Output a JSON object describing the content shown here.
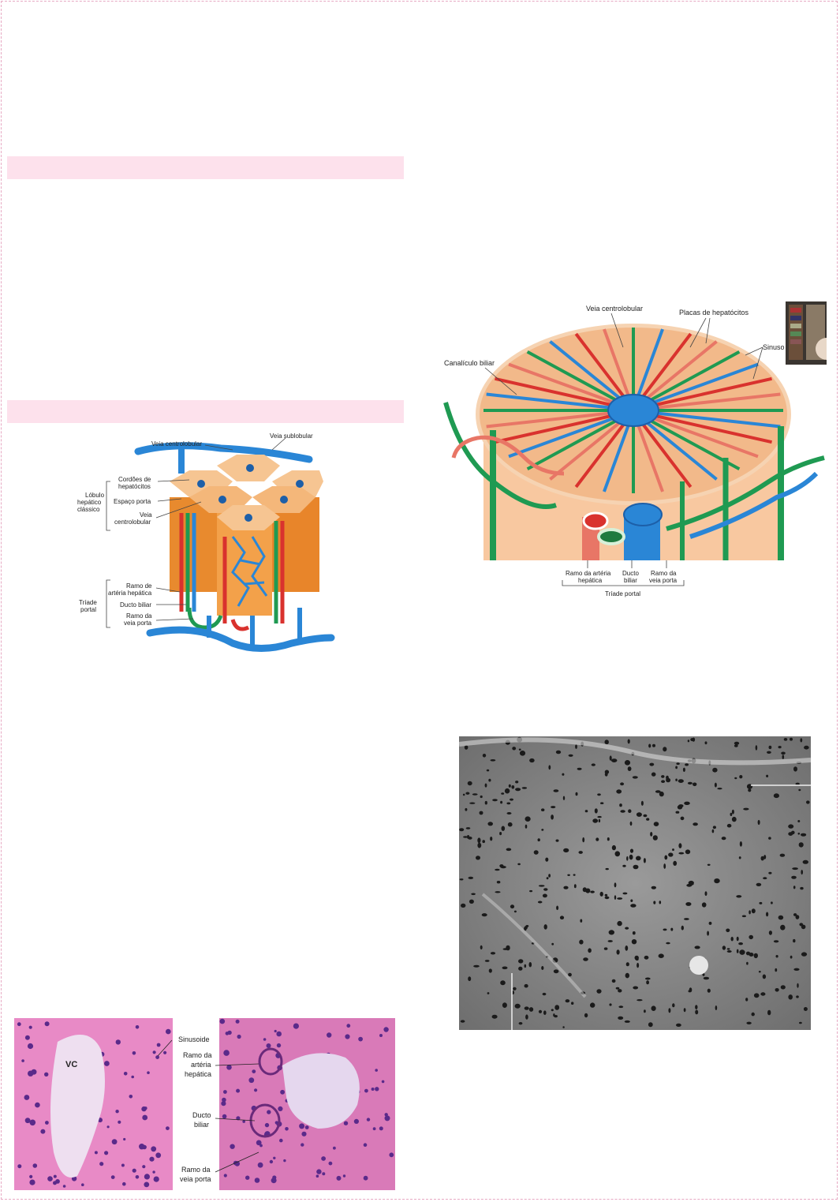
{
  "fig_lobule_3d": {
    "labels": {
      "veia_centrolobular": "Veia centrolobular",
      "veia_sublobular": "Veia sublobular",
      "lobulo": [
        "Lóbulo",
        "hepático",
        "clássico"
      ],
      "cordoes": [
        "Cordões de",
        "hepatócitos"
      ],
      "espaco_porta": "Espaço porta",
      "veia_centro": [
        "Veia",
        "centrolobular"
      ],
      "triade": [
        "Tríade",
        "portal"
      ],
      "ramo_arteria": [
        "Ramo de",
        "artéria hepática"
      ],
      "ducto_biliar": "Ducto biliar",
      "ramo_veia": [
        "Ramo da",
        "veia porta"
      ]
    }
  },
  "fig_lobule_radial": {
    "labels": {
      "veia_centrolobular": "Veia centrolobular",
      "placas": "Placas de hepatócitos",
      "sinuso": "Sinuso",
      "canaliculo": "Canalículo biliar",
      "ramo_arteria": [
        "Ramo da artéria",
        "hepática"
      ],
      "ducto": [
        "Ducto",
        "biliar"
      ],
      "ramo_veia": [
        "Ramo da",
        "veia porta"
      ],
      "triade": "Tríade portal"
    }
  },
  "fig_histology": {
    "labels": {
      "vc": "VC",
      "sinusoide": "Sinusoide",
      "ramo_arteria": [
        "Ramo da",
        "artéria",
        "hepática"
      ],
      "ducto": [
        "Ducto",
        "biliar"
      ],
      "ramo_veia": [
        "Ramo da",
        "veia porta"
      ]
    }
  },
  "colors": {
    "section_band": "#fde1ec",
    "vein_blue": "#2a86d6",
    "artery_red": "#d9322e",
    "bile_green": "#1f9a52",
    "hepatocyte_orange": "#f3a14a",
    "tissue_pink": "#e77fbf"
  }
}
